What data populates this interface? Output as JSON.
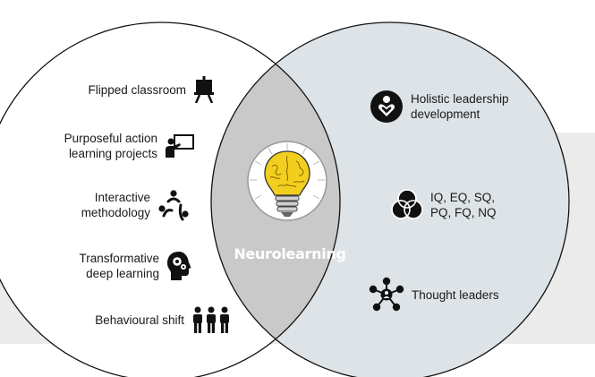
{
  "left_items": [
    {
      "label_lines": [
        "Flipped classroom"
      ],
      "icon": "easel-icon"
    },
    {
      "label_lines": [
        "Purposeful action",
        "learning projects"
      ],
      "icon": "presenter-board-icon"
    },
    {
      "label_lines": [
        "Interactive",
        "methodology"
      ],
      "icon": "interaction-people-icon"
    },
    {
      "label_lines": [
        "Transformative",
        "deep learning"
      ],
      "icon": "head-gears-icon"
    },
    {
      "label_lines": [
        "Behavioural shift"
      ],
      "icon": "group-people-icon"
    }
  ],
  "right_items": [
    {
      "label_lines": [
        "Holistic leadership",
        "development"
      ],
      "icon": "heart-person-icon"
    },
    {
      "label_lines": [
        "IQ, EQ, SQ,",
        "PQ, FQ, NQ"
      ],
      "icon": "overlapping-circles-icon"
    },
    {
      "label_lines": [
        "Thought leaders"
      ],
      "icon": "network-people-icon"
    }
  ],
  "center": {
    "label": "Neurolearning",
    "icon": "brain-bulb-icon"
  },
  "colors": {
    "left_circle": "#ffffff",
    "right_circle": "#dde3e6",
    "overlap": "#c9c9c9",
    "band": "#ebebeb",
    "icons": "#111111",
    "bulb": "#f2cf1f"
  }
}
